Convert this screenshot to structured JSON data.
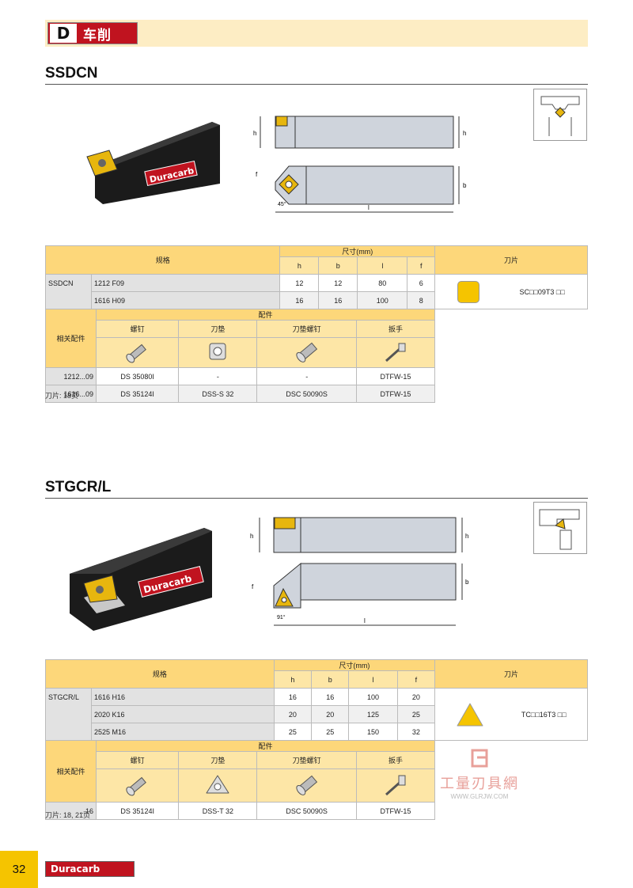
{
  "header": {
    "logo_letter": "D",
    "category": "车削"
  },
  "ssdcn": {
    "title": "SSDCN",
    "logo": "Duracarb",
    "dims": {
      "h": "h",
      "f": "f",
      "b": "b",
      "l": "l",
      "angle": "45°"
    },
    "table": {
      "spec": "规格",
      "size": "尺寸(mm)",
      "cols": [
        "h",
        "b",
        "l",
        "f"
      ],
      "insert": "刀片",
      "series": "SSDCN",
      "rows": [
        {
          "code": "1212 F09",
          "h": "12",
          "b": "12",
          "l": "80",
          "f": "6"
        },
        {
          "code": "1616 H09",
          "h": "16",
          "b": "16",
          "l": "100",
          "f": "8"
        }
      ],
      "insert_code": "SC□□09T3 □□"
    },
    "acc": {
      "label": "相关配件",
      "group": "配件",
      "cols": [
        "螺钉",
        "刀垫",
        "刀垫螺钉",
        "扳手"
      ],
      "rows": [
        {
          "code": "1212...09",
          "c1": "DS 35080I",
          "c2": "-",
          "c3": "-",
          "c4": "DTFW-15"
        },
        {
          "code": "1616...09",
          "c1": "DS 35124I",
          "c2": "DSS-S 32",
          "c3": "DSC 50090S",
          "c4": "DTFW-15"
        }
      ]
    },
    "note": "刀片: 18页"
  },
  "stgcr": {
    "title": "STGCR/L",
    "logo": "Duracarb",
    "dims": {
      "h": "h",
      "f": "f",
      "b": "b",
      "l": "l",
      "angle": "91°"
    },
    "table": {
      "spec": "规格",
      "size": "尺寸(mm)",
      "cols": [
        "h",
        "b",
        "l",
        "f"
      ],
      "insert": "刀片",
      "series": "STGCR/L",
      "rows": [
        {
          "code": "1616 H16",
          "h": "16",
          "b": "16",
          "l": "100",
          "f": "20"
        },
        {
          "code": "2020 K16",
          "h": "20",
          "b": "20",
          "l": "125",
          "f": "25"
        },
        {
          "code": "2525 M16",
          "h": "25",
          "b": "25",
          "l": "150",
          "f": "32"
        }
      ],
      "insert_code": "TC□□16T3 □□"
    },
    "acc": {
      "label": "相关配件",
      "group": "配件",
      "cols": [
        "螺钉",
        "刀垫",
        "刀垫螺钉",
        "扳手"
      ],
      "rows": [
        {
          "code": "...16",
          "c1": "DS 35124I",
          "c2": "DSS-T 32",
          "c3": "DSC 50090S",
          "c4": "DTFW-15"
        }
      ]
    },
    "note": "刀片: 18, 21页"
  },
  "footer": {
    "page": "32",
    "brand": "Duracarb"
  },
  "watermark": {
    "main": "工量刃具網",
    "sub": "WWW.GLRJW.COM"
  },
  "colors": {
    "accent": "#f5c400",
    "header_band": "#fdedc4",
    "brand_red": "#c0131f"
  }
}
